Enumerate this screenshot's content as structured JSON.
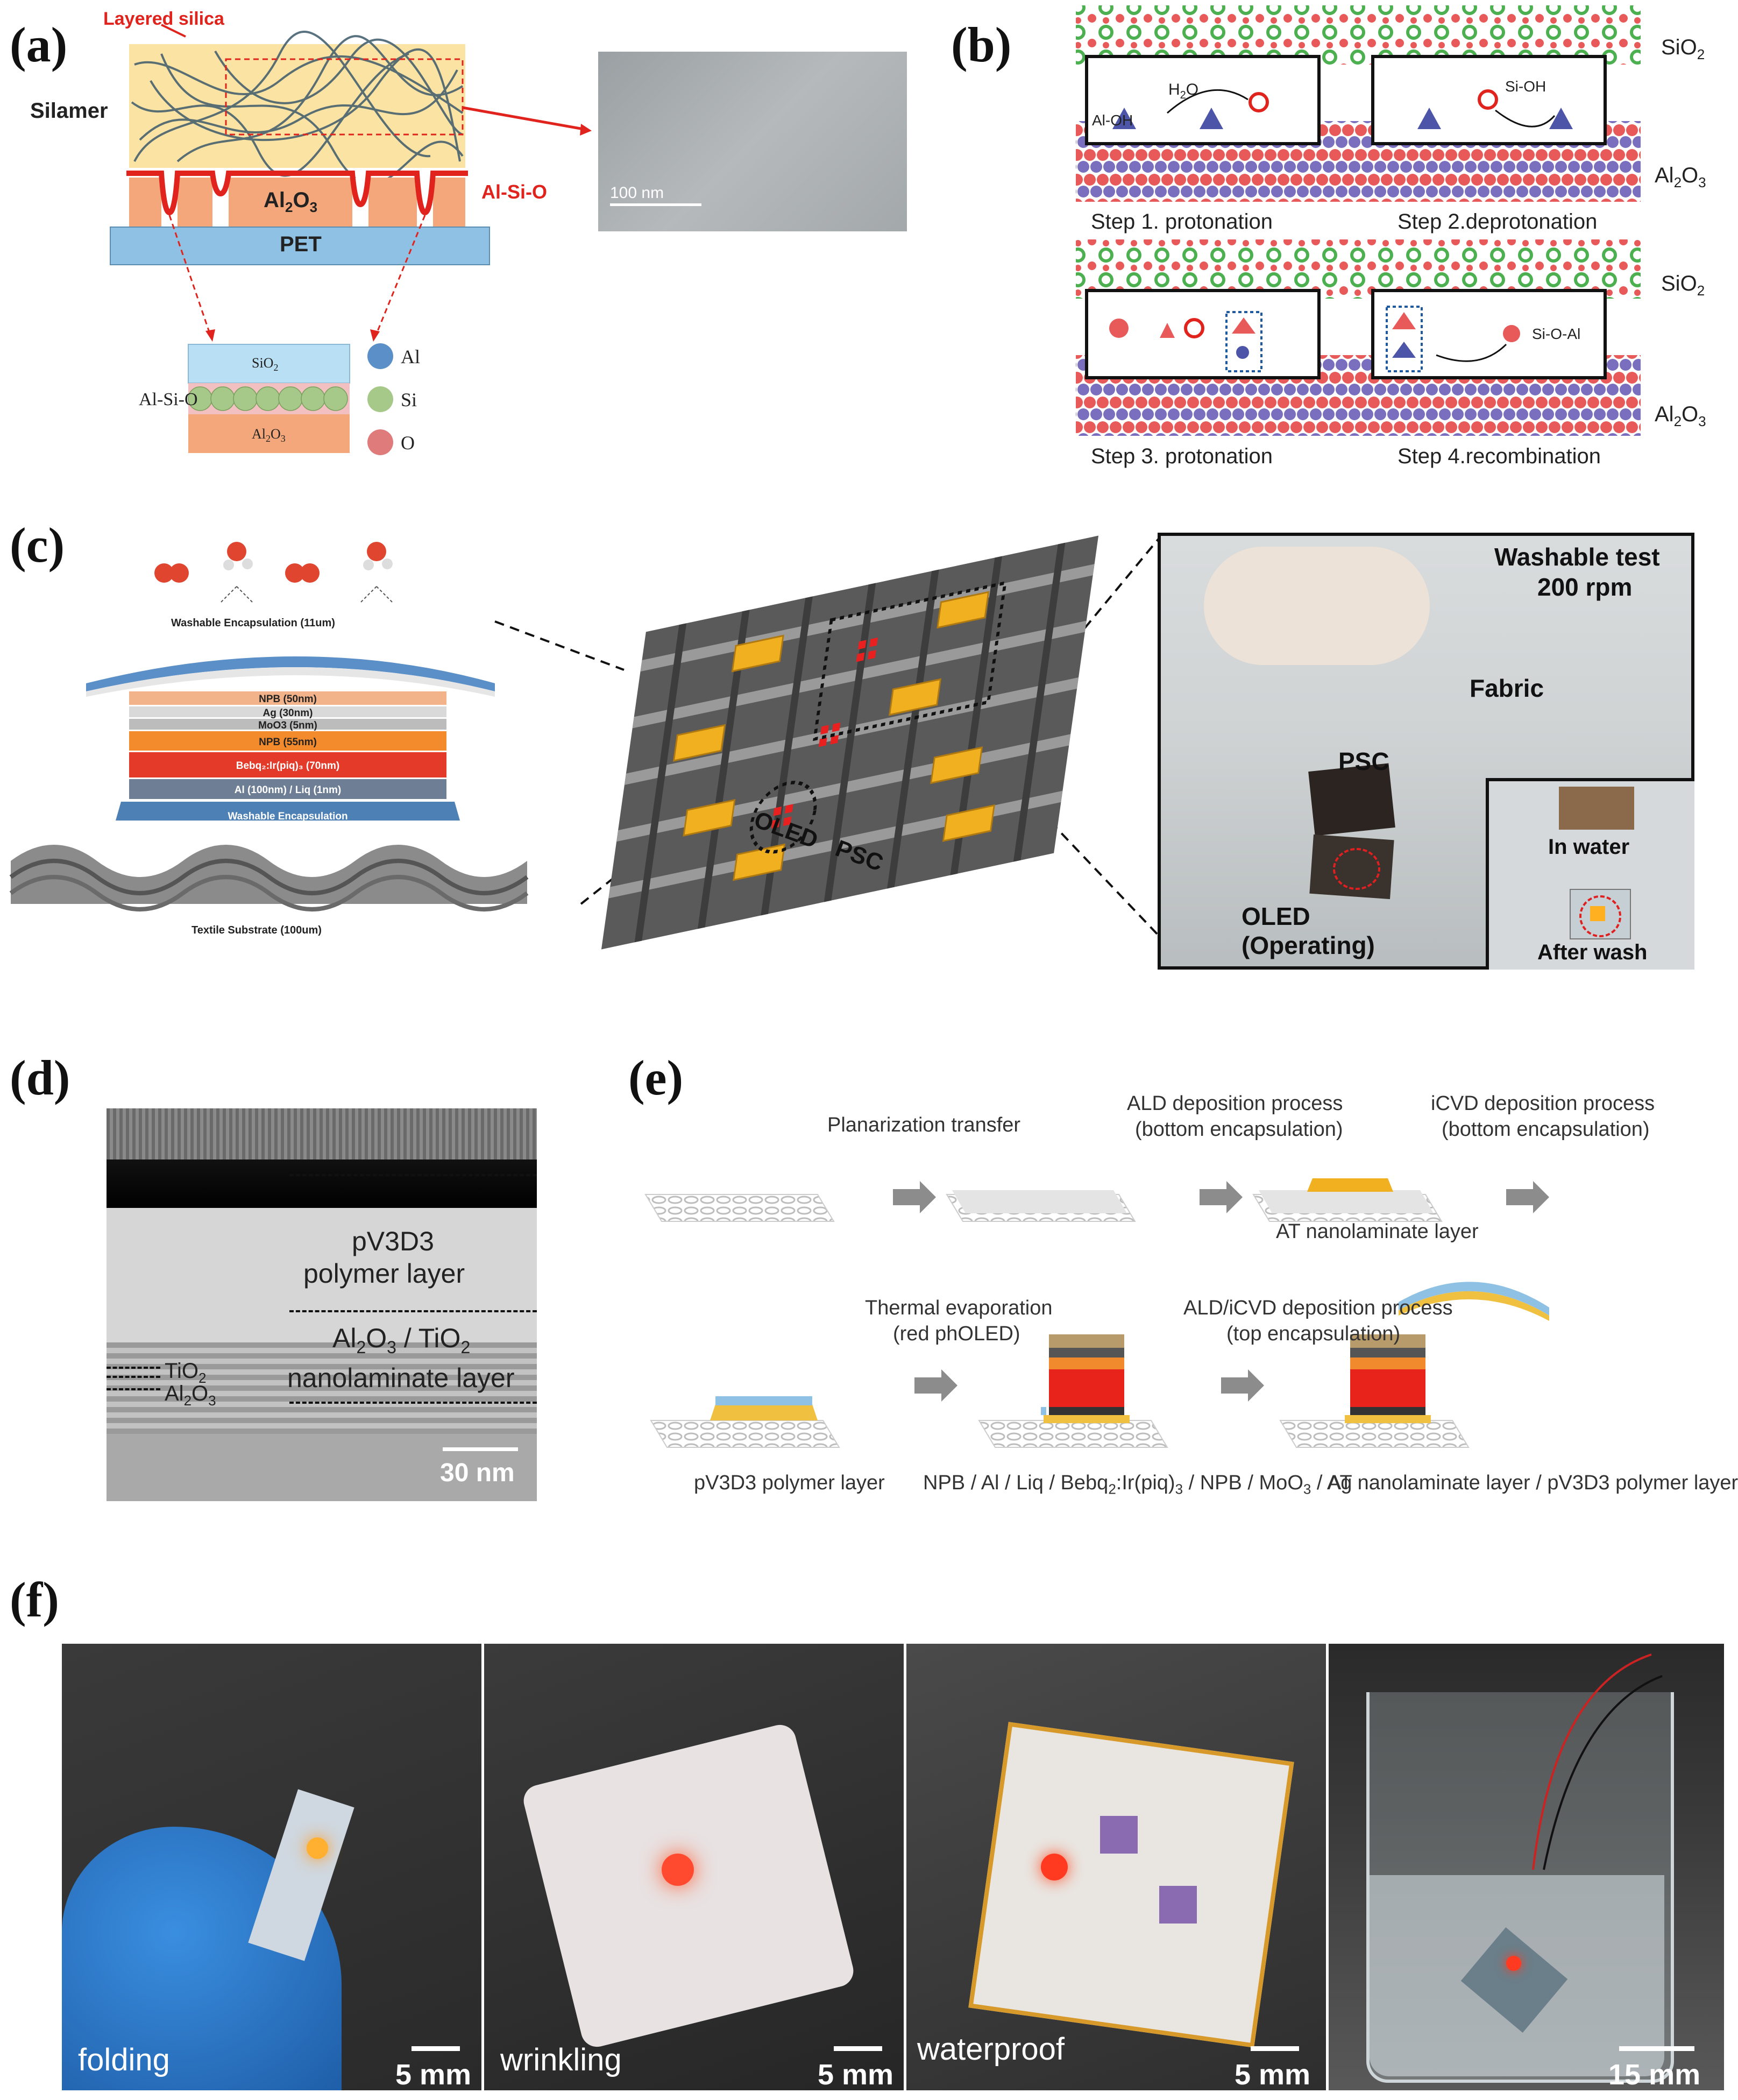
{
  "panels": {
    "a": {
      "label": "(a)",
      "layered_silica": "Layered silica",
      "silamer": "Silamer",
      "al2o3_base": "Al",
      "al2o3_sub": "2",
      "al2o3_end": "O",
      "al2o3_sub2": "3",
      "pet": "PET",
      "al_si_o_red": "Al-Si-O",
      "tem_scale": "100 nm",
      "inset_sio2": "SiO",
      "inset_sio2_sub": "2",
      "inset_alsio": "Al-Si-O",
      "inset_al2o3": "Al",
      "inset_al2o3_sub": "2",
      "inset_al2o3_end": "O",
      "inset_al2o3_sub2": "3",
      "legend": [
        "Al",
        "Si",
        "O"
      ],
      "colors": {
        "al": "#5b8fc7",
        "si": "#a6c98a",
        "o": "#e07b7b",
        "silamer": "#fbe3a4",
        "al2o3": "#f3a77a",
        "pet": "#8ec1e3",
        "red": "#e0231c"
      }
    },
    "b": {
      "label": "(b)",
      "sio2": "SiO",
      "sio2_sub": "2",
      "al2o3": "Al",
      "al2o3_sub": "2",
      "al2o3_end": "O",
      "al2o3_sub2": "3",
      "h2o": "H",
      "h2o_sub": "2",
      "h2o_end": "O",
      "aloh": "Al-OH",
      "sioh": "Si-OH",
      "sioal": "Si-O-Al",
      "steps": [
        "Step 1. protonation",
        "Step 2.deprotonation",
        "Step 3. protonation",
        "Step 4.recombination"
      ]
    },
    "c": {
      "label": "(c)",
      "encap_top": "Washable Encapsulation (11um)",
      "layers": [
        "NPB (50nm)",
        "Ag (30nm)",
        "MoO3 (5nm)",
        "NPB (55nm)",
        "Bebq₂:Ir(piq)₃ (70nm)",
        "Al (100nm) / Liq (1nm)",
        "Washable Encapsulation"
      ],
      "substrate": "Textile Substrate (100um)",
      "oled": "OLED",
      "psc": "PSC",
      "photo_title1": "Washable test",
      "photo_title2": "200 rpm",
      "fabric": "Fabric",
      "photo_psc": "PSC",
      "photo_oled1": "OLED",
      "photo_oled2": "(Operating)",
      "in_water": "In water",
      "after_wash": "After wash"
    },
    "d": {
      "label": "(d)",
      "pv3d3_1": "pV3D3",
      "pv3d3_2": "polymer layer",
      "nano_1": "Al",
      "nano_1_sub": "2",
      "nano_1_end": "O",
      "nano_1_sub2": "3",
      "nano_1_tail": " / TiO",
      "nano_1_sub3": "2",
      "nano_2": "nanolaminate layer",
      "tio2": "TiO",
      "tio2_sub": "2",
      "al2o3": "Al",
      "al2o3_sub": "2",
      "al2o3_end": "O",
      "al2o3_sub2": "3",
      "scale": "30 nm"
    },
    "e": {
      "label": "(e)",
      "planarization": "Planarization transfer",
      "ald1": "ALD deposition process",
      "ald2": "(bottom encapsulation)",
      "icvd1": "iCVD deposition process",
      "icvd2": "(bottom encapsulation)",
      "at_layer": "AT nanolaminate layer",
      "thermal1": "Thermal evaporation",
      "thermal2": "(red phOLED)",
      "aldicvd1": "ALD/iCVD deposition process",
      "aldicvd2": "(top encapsulation)",
      "pv3d3": "pV3D3 polymer layer",
      "stack_a": "NPB / Al / Liq / Bebq",
      "stack_sub1": "2",
      "stack_b": ":Ir(piq)",
      "stack_sub2": "3",
      "stack_c": " / NPB / MoO",
      "stack_sub3": "3",
      "stack_d": " / Ag",
      "final": "AT nanolaminate layer / pV3D3 polymer layer"
    },
    "f": {
      "label": "(f)",
      "photos": [
        {
          "label": "folding",
          "scale": "5 mm"
        },
        {
          "label": "wrinkling",
          "scale": "5 mm"
        },
        {
          "label": "waterproof",
          "scale": "5 mm"
        },
        {
          "label": "",
          "scale": "15 mm"
        }
      ]
    }
  }
}
